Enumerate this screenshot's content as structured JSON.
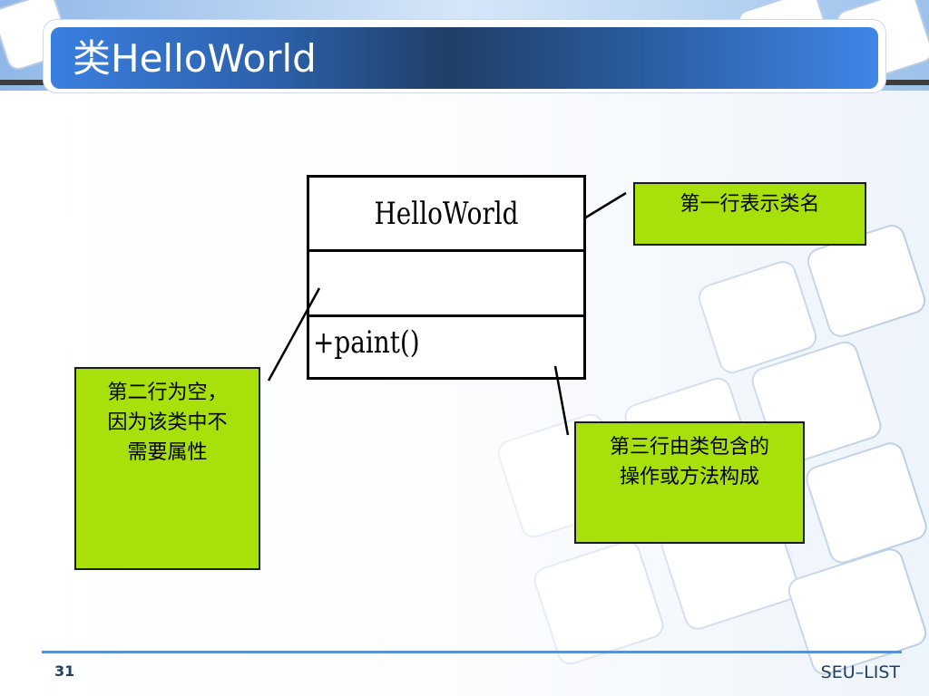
{
  "slide": {
    "title": "类HelloWorld",
    "page_number": "31",
    "brand": "SEU–LIST"
  },
  "uml": {
    "class_name": "HelloWorld",
    "attributes": "",
    "operations": "+paint()"
  },
  "notes": {
    "row1": "第一行表示类名",
    "row2_lines": [
      "第二行为空，",
      "因为该类中不",
      "需要属性"
    ],
    "row3_lines": [
      "第三行由类包含的",
      "操作或方法构成"
    ]
  },
  "colors": {
    "note_fill": "#a8e00b",
    "title_bar": "#2c5fa8",
    "accent_line": "#5b8fd6"
  }
}
